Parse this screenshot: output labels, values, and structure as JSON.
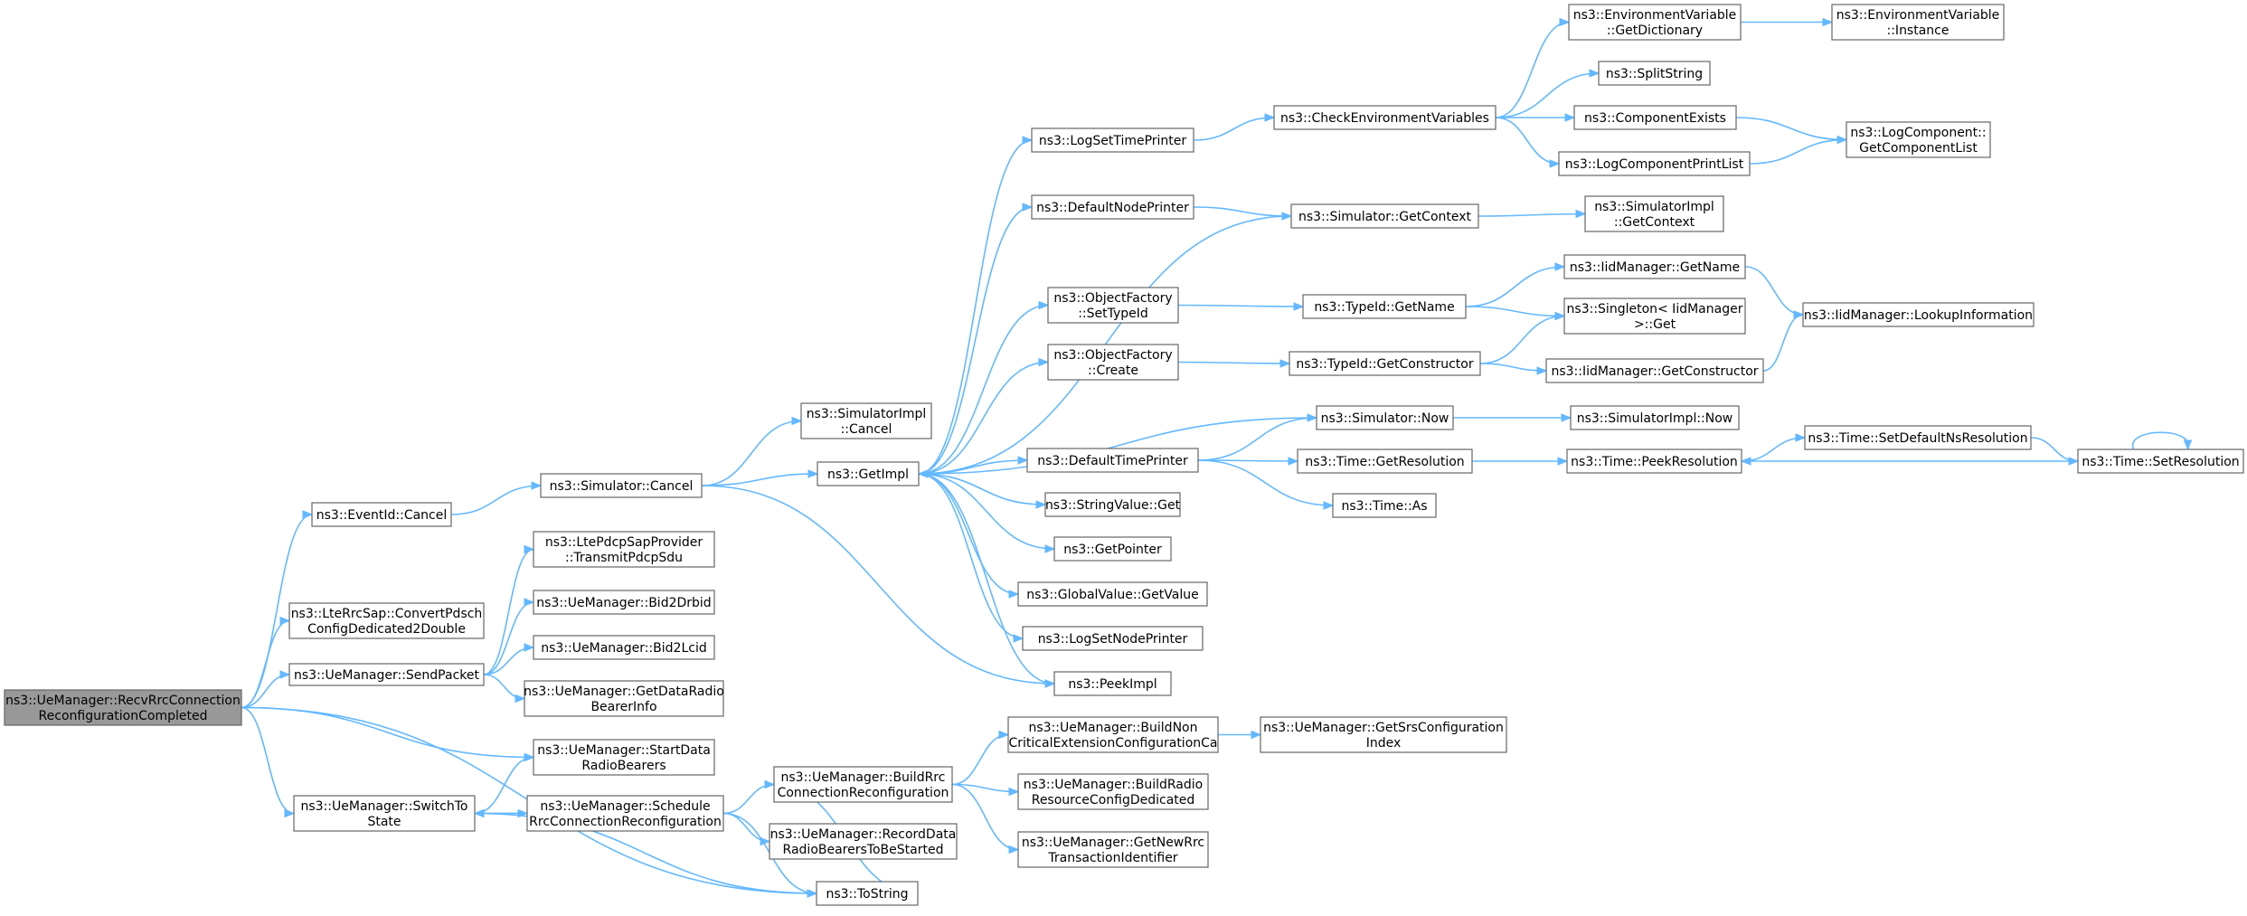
{
  "graph": {
    "nodes": [
      {
        "id": "root",
        "lines": [
          "ns3::UeManager::RecvRrcConnection",
          "ReconfigurationCompleted"
        ],
        "root": true
      },
      {
        "id": "eventcancel",
        "lines": [
          "ns3::EventId::Cancel"
        ]
      },
      {
        "id": "convertpdsch",
        "lines": [
          "ns3::LteRrcSap::ConvertPdsch",
          "ConfigDedicated2Double"
        ]
      },
      {
        "id": "sendpacket",
        "lines": [
          "ns3::UeManager::SendPacket"
        ]
      },
      {
        "id": "startdata",
        "lines": [
          "ns3::UeManager::StartData",
          "RadioBearers"
        ]
      },
      {
        "id": "switchto",
        "lines": [
          "ns3::UeManager::SwitchTo",
          "State"
        ]
      },
      {
        "id": "tostring",
        "lines": [
          "ns3::ToString"
        ]
      },
      {
        "id": "simcancel",
        "lines": [
          "ns3::Simulator::Cancel"
        ]
      },
      {
        "id": "transmitpdcp",
        "lines": [
          "ns3::LtePdcpSapProvider",
          "::TransmitPdcpSdu"
        ]
      },
      {
        "id": "bid2drbid",
        "lines": [
          "ns3::UeManager::Bid2Drbid"
        ]
      },
      {
        "id": "bid2lcid",
        "lines": [
          "ns3::UeManager::Bid2Lcid"
        ]
      },
      {
        "id": "getdataradio",
        "lines": [
          "ns3::UeManager::GetDataRadio",
          "BearerInfo"
        ]
      },
      {
        "id": "schedule",
        "lines": [
          "ns3::UeManager::Schedule",
          "RrcConnectionReconfiguration"
        ]
      },
      {
        "id": "implcancel",
        "lines": [
          "ns3::SimulatorImpl",
          "::Cancel"
        ]
      },
      {
        "id": "getimpl",
        "lines": [
          "ns3::GetImpl"
        ]
      },
      {
        "id": "buildrrc",
        "lines": [
          "ns3::UeManager::BuildRrc",
          "ConnectionReconfiguration"
        ]
      },
      {
        "id": "recorddata",
        "lines": [
          "ns3::UeManager::RecordData",
          "RadioBearersToBeStarted"
        ]
      },
      {
        "id": "logsettime",
        "lines": [
          "ns3::LogSetTimePrinter"
        ]
      },
      {
        "id": "defnodeprinter",
        "lines": [
          "ns3::DefaultNodePrinter"
        ]
      },
      {
        "id": "ofsettypeid",
        "lines": [
          "ns3::ObjectFactory",
          "::SetTypeId"
        ]
      },
      {
        "id": "ofcreate",
        "lines": [
          "ns3::ObjectFactory",
          "::Create"
        ]
      },
      {
        "id": "deftimeprinter",
        "lines": [
          "ns3::DefaultTimePrinter"
        ]
      },
      {
        "id": "stringvalueget",
        "lines": [
          "ns3::StringValue::Get"
        ]
      },
      {
        "id": "getpointer",
        "lines": [
          "ns3::GetPointer"
        ]
      },
      {
        "id": "globalvalue",
        "lines": [
          "ns3::GlobalValue::GetValue"
        ]
      },
      {
        "id": "logsetnode",
        "lines": [
          "ns3::LogSetNodePrinter"
        ]
      },
      {
        "id": "peekimpl",
        "lines": [
          "ns3::PeekImpl"
        ]
      },
      {
        "id": "buildnoncrit",
        "lines": [
          "ns3::UeManager::BuildNon",
          "CriticalExtensionConfigurationCa"
        ]
      },
      {
        "id": "buildradio",
        "lines": [
          "ns3::UeManager::BuildRadio",
          "ResourceConfigDedicated"
        ]
      },
      {
        "id": "getnewrrc",
        "lines": [
          "ns3::UeManager::GetNewRrc",
          "TransactionIdentifier"
        ]
      },
      {
        "id": "checkenv",
        "lines": [
          "ns3::CheckEnvironmentVariables"
        ]
      },
      {
        "id": "simgetcontext",
        "lines": [
          "ns3::Simulator::GetContext"
        ]
      },
      {
        "id": "typeidgetname",
        "lines": [
          "ns3::TypeId::GetName"
        ]
      },
      {
        "id": "typeidgetctor",
        "lines": [
          "ns3::TypeId::GetConstructor"
        ]
      },
      {
        "id": "simnow",
        "lines": [
          "ns3::Simulator::Now"
        ]
      },
      {
        "id": "timegetres",
        "lines": [
          "ns3::Time::GetResolution"
        ]
      },
      {
        "id": "timeas",
        "lines": [
          "ns3::Time::As"
        ]
      },
      {
        "id": "getsrs",
        "lines": [
          "ns3::UeManager::GetSrsConfiguration",
          "Index"
        ]
      },
      {
        "id": "envgetdict",
        "lines": [
          "ns3::EnvironmentVariable",
          "::GetDictionary"
        ]
      },
      {
        "id": "splitstring",
        "lines": [
          "ns3::SplitString"
        ]
      },
      {
        "id": "compexists",
        "lines": [
          "ns3::ComponentExists"
        ]
      },
      {
        "id": "logcompprint",
        "lines": [
          "ns3::LogComponentPrintList"
        ]
      },
      {
        "id": "implgetcontext",
        "lines": [
          "ns3::SimulatorImpl",
          "::GetContext"
        ]
      },
      {
        "id": "iidgetname",
        "lines": [
          "ns3::IidManager::GetName"
        ]
      },
      {
        "id": "singletonget",
        "lines": [
          "ns3::Singleton< IidManager",
          ">::Get"
        ]
      },
      {
        "id": "iidgetctor",
        "lines": [
          "ns3::IidManager::GetConstructor"
        ]
      },
      {
        "id": "implnow",
        "lines": [
          "ns3::SimulatorImpl::Now"
        ]
      },
      {
        "id": "peekres",
        "lines": [
          "ns3::Time::PeekResolution"
        ]
      },
      {
        "id": "envinstance",
        "lines": [
          "ns3::EnvironmentVariable",
          "::Instance"
        ]
      },
      {
        "id": "getcomplist",
        "lines": [
          "ns3::LogComponent::",
          "GetComponentList"
        ]
      },
      {
        "id": "lookupinfo",
        "lines": [
          "ns3::IidManager::LookupInformation"
        ]
      },
      {
        "id": "setdefaultns",
        "lines": [
          "ns3::Time::SetDefaultNsResolution"
        ]
      },
      {
        "id": "setres",
        "lines": [
          "ns3::Time::SetResolution"
        ]
      }
    ],
    "edges": [
      [
        "root",
        "eventcancel"
      ],
      [
        "root",
        "convertpdsch"
      ],
      [
        "root",
        "sendpacket"
      ],
      [
        "root",
        "startdata"
      ],
      [
        "root",
        "switchto"
      ],
      [
        "root",
        "tostring"
      ],
      [
        "eventcancel",
        "simcancel"
      ],
      [
        "sendpacket",
        "transmitpdcp"
      ],
      [
        "sendpacket",
        "bid2drbid"
      ],
      [
        "sendpacket",
        "bid2lcid"
      ],
      [
        "sendpacket",
        "getdataradio"
      ],
      [
        "switchto",
        "startdata"
      ],
      [
        "switchto",
        "schedule"
      ],
      [
        "switchto",
        "tostring"
      ],
      [
        "schedule",
        "switchto"
      ],
      [
        "schedule",
        "buildrrc"
      ],
      [
        "schedule",
        "recorddata"
      ],
      [
        "schedule",
        "tostring"
      ],
      [
        "simcancel",
        "implcancel"
      ],
      [
        "simcancel",
        "getimpl"
      ],
      [
        "simcancel",
        "peekimpl"
      ],
      [
        "buildrrc",
        "buildnoncrit"
      ],
      [
        "buildrrc",
        "buildradio"
      ],
      [
        "buildrrc",
        "getnewrrc"
      ],
      [
        "buildrrc",
        "tostring"
      ],
      [
        "buildnoncrit",
        "getsrs"
      ],
      [
        "getimpl",
        "logsettime"
      ],
      [
        "getimpl",
        "defnodeprinter"
      ],
      [
        "getimpl",
        "ofsettypeid"
      ],
      [
        "getimpl",
        "ofcreate"
      ],
      [
        "getimpl",
        "deftimeprinter"
      ],
      [
        "getimpl",
        "stringvalueget"
      ],
      [
        "getimpl",
        "getpointer"
      ],
      [
        "getimpl",
        "globalvalue"
      ],
      [
        "getimpl",
        "logsetnode"
      ],
      [
        "getimpl",
        "peekimpl"
      ],
      [
        "logsettime",
        "checkenv"
      ],
      [
        "defnodeprinter",
        "simgetcontext"
      ],
      [
        "ofsettypeid",
        "typeidgetname"
      ],
      [
        "ofcreate",
        "typeidgetctor"
      ],
      [
        "deftimeprinter",
        "simnow"
      ],
      [
        "deftimeprinter",
        "timegetres"
      ],
      [
        "deftimeprinter",
        "timeas"
      ],
      [
        "simgetcontext",
        "getimpl"
      ],
      [
        "simgetcontext",
        "implgetcontext"
      ],
      [
        "simnow",
        "getimpl"
      ],
      [
        "simnow",
        "implnow"
      ],
      [
        "checkenv",
        "envgetdict"
      ],
      [
        "checkenv",
        "splitstring"
      ],
      [
        "checkenv",
        "compexists"
      ],
      [
        "checkenv",
        "logcompprint"
      ],
      [
        "envgetdict",
        "envinstance"
      ],
      [
        "compexists",
        "getcomplist"
      ],
      [
        "logcompprint",
        "getcomplist"
      ],
      [
        "typeidgetname",
        "iidgetname"
      ],
      [
        "typeidgetname",
        "singletonget"
      ],
      [
        "typeidgetctor",
        "singletonget"
      ],
      [
        "typeidgetctor",
        "iidgetctor"
      ],
      [
        "iidgetname",
        "lookupinfo"
      ],
      [
        "iidgetctor",
        "lookupinfo"
      ],
      [
        "timegetres",
        "peekres"
      ],
      [
        "peekres",
        "setdefaultns"
      ],
      [
        "setdefaultns",
        "setres"
      ],
      [
        "setres",
        "peekres"
      ],
      [
        "setres",
        "setres"
      ]
    ]
  }
}
